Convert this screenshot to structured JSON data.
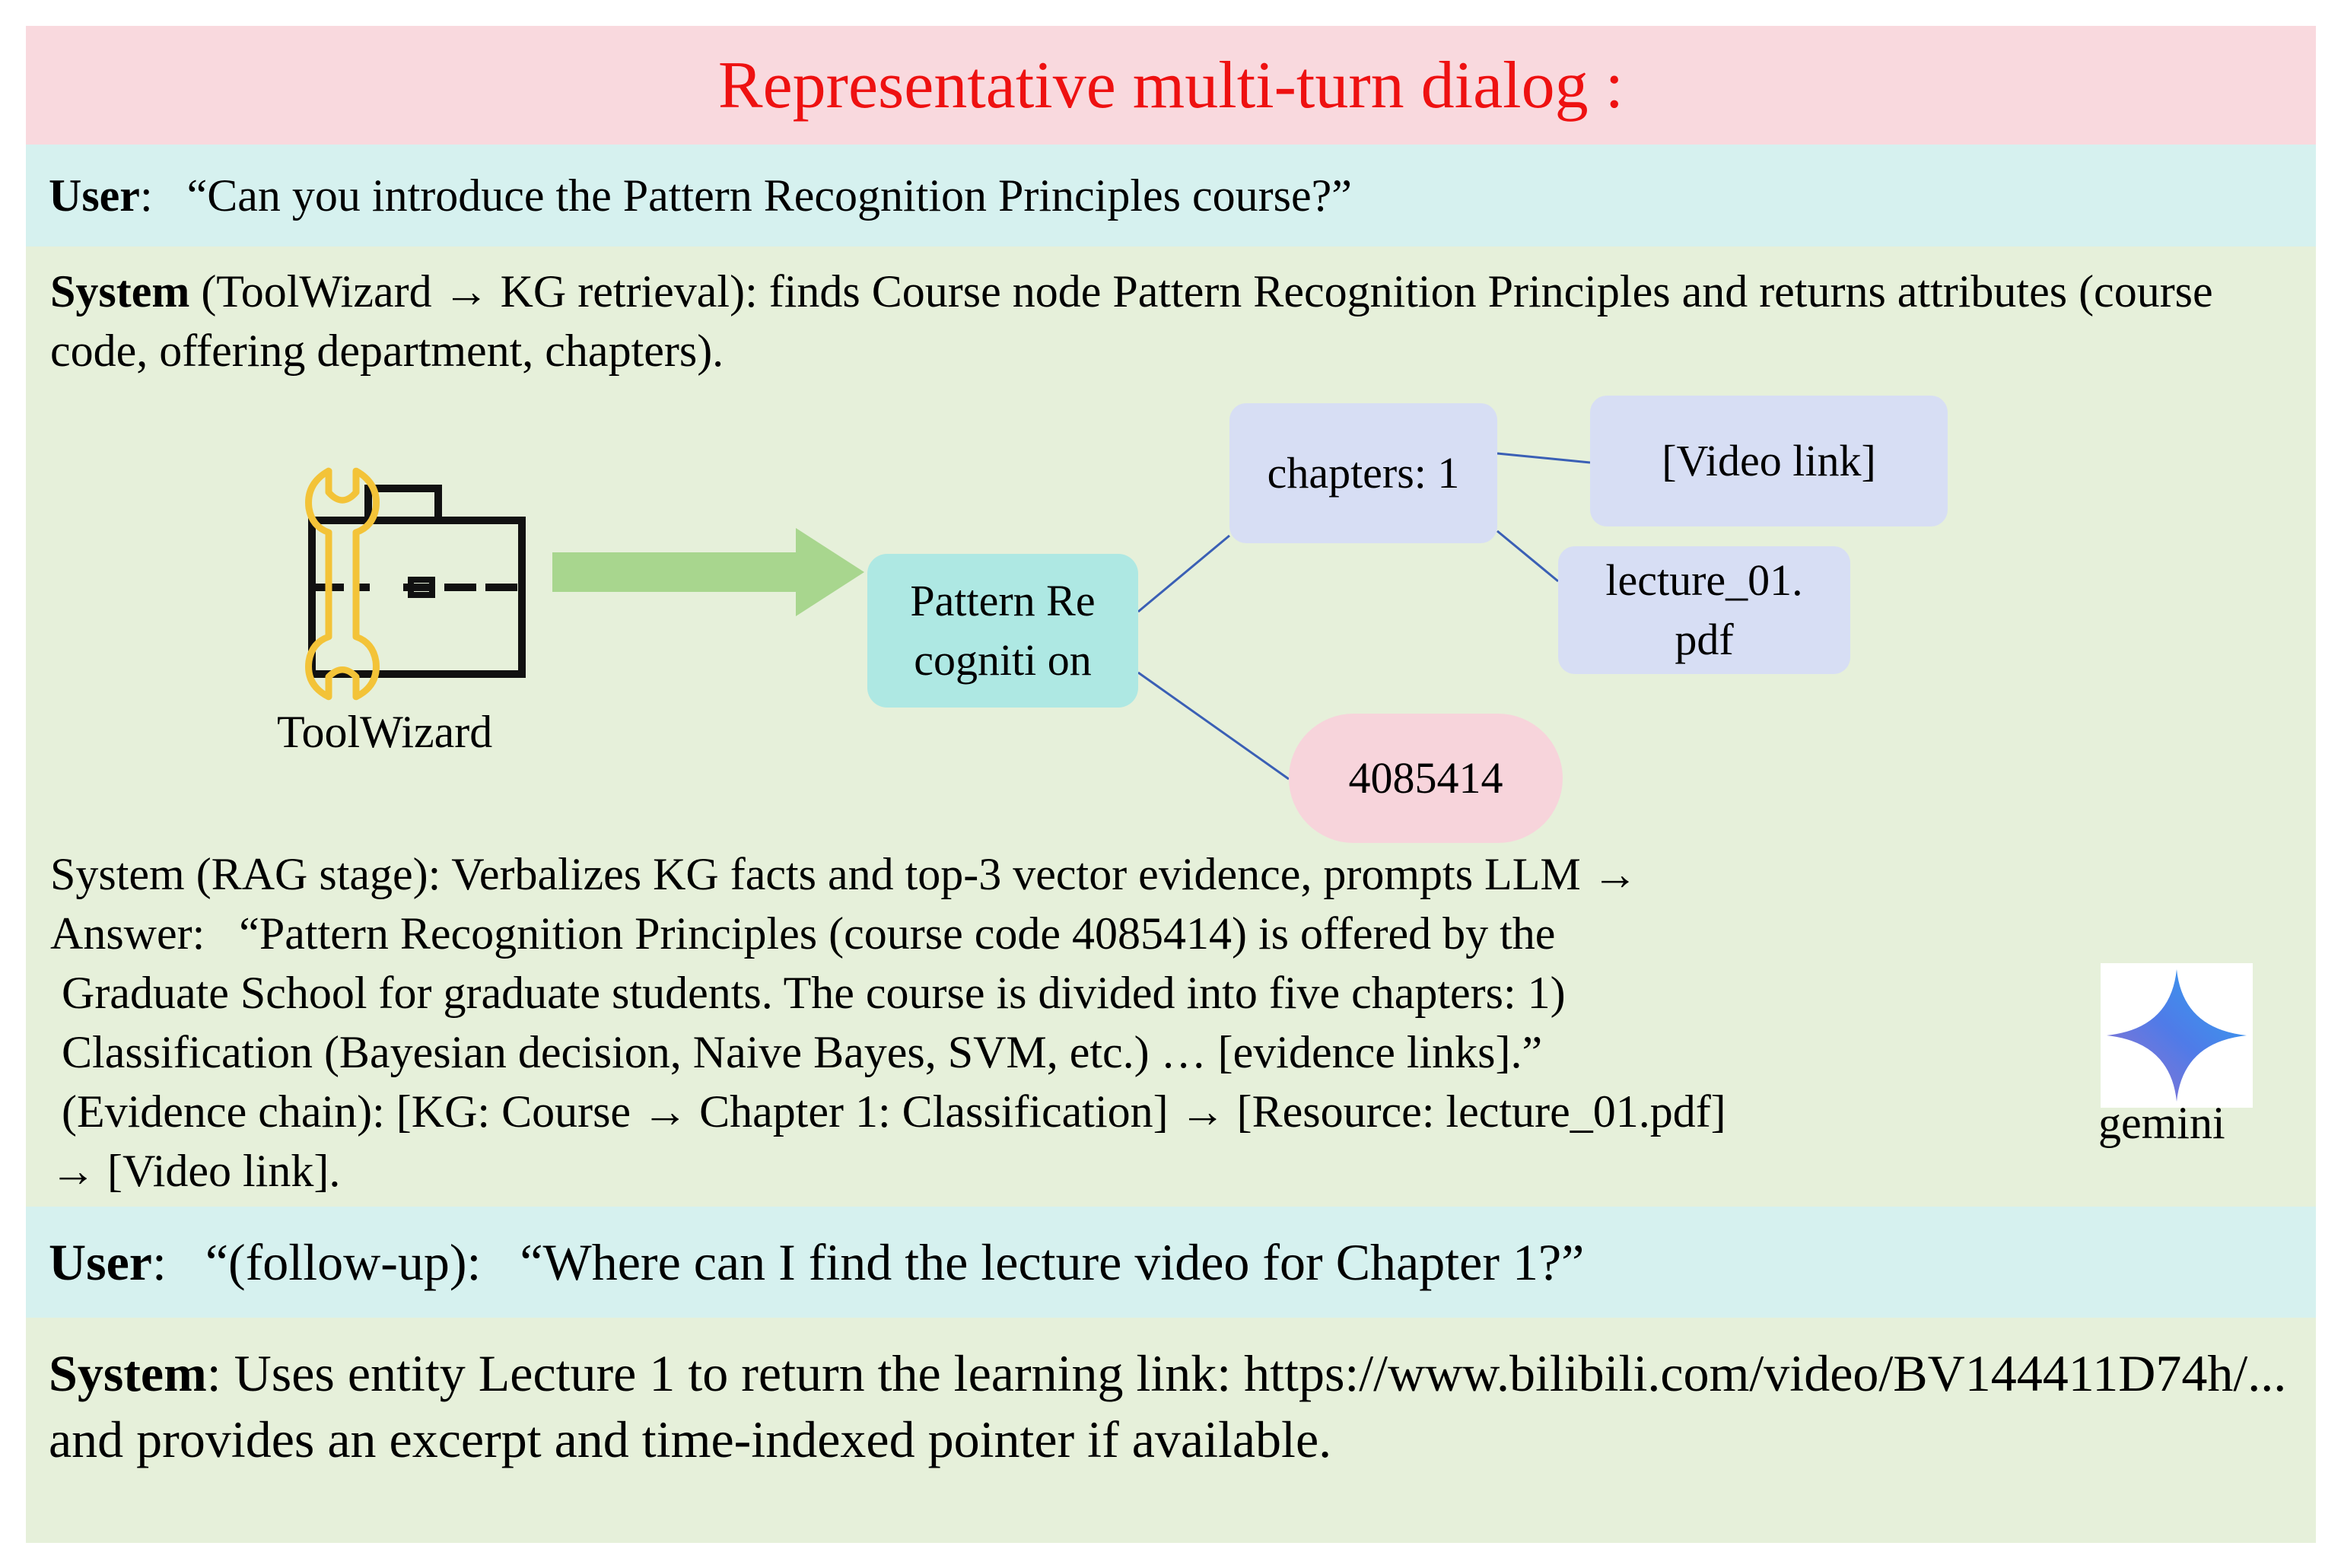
{
  "title": "Representative multi-turn dialog :",
  "user_turn_1": {
    "speaker": "User",
    "text": ":   “Can you introduce the Pattern Recognition Principles course?”"
  },
  "system_turn_1": {
    "speaker": "System",
    "text": " (ToolWizard → KG retrieval): finds Course node Pattern Recognition Principles and returns attributes (course code, offering department, chapters)."
  },
  "diagram": {
    "toolwizard_label": "ToolWizard",
    "course_node": "Pattern Recogniti on",
    "chapters_node": "chapters: 1",
    "video_node": "[Video link]",
    "lecture_node": "lecture_01. pdf",
    "code_node": "4085414",
    "colors": {
      "arrow": "#a8d68e",
      "course_node": "#aee8e3",
      "chapter_nodes": "#d7def4",
      "code_node": "#f7d4db",
      "connector": "#3a5fb5",
      "icon_wrench": "#f3c338",
      "icon_case": "#111111"
    },
    "icons": [
      "toolbox-wrench-icon",
      "right-arrow-icon",
      "gemini-star-icon"
    ]
  },
  "rag": {
    "lines": [
      "System (RAG stage): Verbalizes KG facts and top-3 vector evidence, prompts LLM →",
      "Answer:   “Pattern Recognition Principles (course code 4085414) is offered by the",
      " Graduate School for graduate students. The course is divided into five chapters: 1)",
      " Classification (Bayesian decision, Naive Bayes, SVM, etc.) … [evidence links].”",
      " (Evidence chain): [KG: Course → Chapter 1: Classification] → [Resource: lecture_01.pdf]",
      "→ [Video link]."
    ]
  },
  "gemini_label": "gemini",
  "user_turn_2": {
    "speaker": "User",
    "text": ":   “(follow-up):   “Where can I find the lecture video for Chapter 1?”"
  },
  "system_turn_2": {
    "speaker": "System",
    "text": ": Uses entity Lecture 1 to return the learning link: https://www.bilibili.com/video/BV144411D74h/... and provides an excerpt and time-indexed pointer if available."
  },
  "theme": {
    "title_bg": "#f9d9de",
    "title_color": "#ee1111",
    "user_bg": "#d6f1ef",
    "system_bg": "#e6f0da"
  }
}
